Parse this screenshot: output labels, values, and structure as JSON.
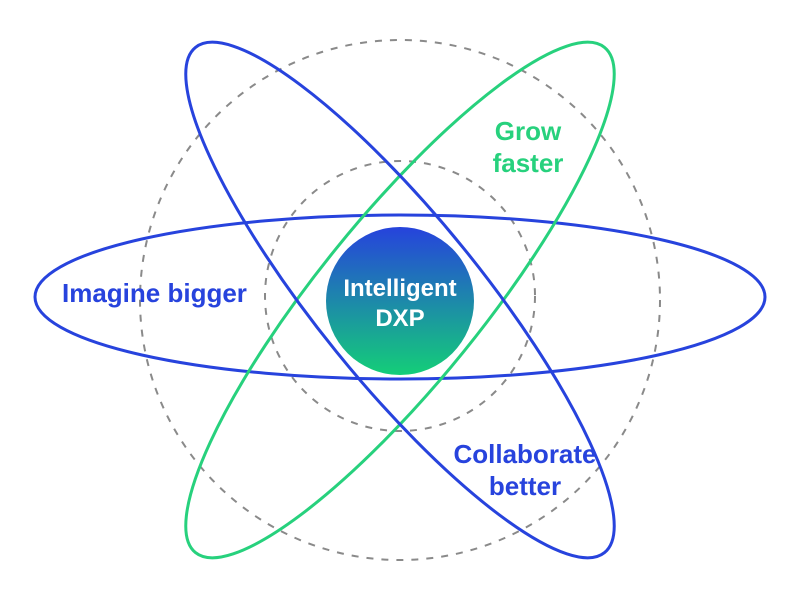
{
  "diagram": {
    "core": {
      "line1": "Intelligent",
      "line2": "DXP"
    },
    "labels": {
      "imagine_bigger": "Imagine bigger",
      "grow_line1": "Grow",
      "grow_line2": "faster",
      "collaborate_line1": "Collaborate",
      "collaborate_line2": "better"
    },
    "colors": {
      "blue": "#2743DD",
      "green": "#27D17D",
      "dashed_gray": "#8A8A8A",
      "core_gradient_top": "#2643DC",
      "core_gradient_bottom": "#14CE78",
      "core_text": "#FFFFFF"
    }
  }
}
